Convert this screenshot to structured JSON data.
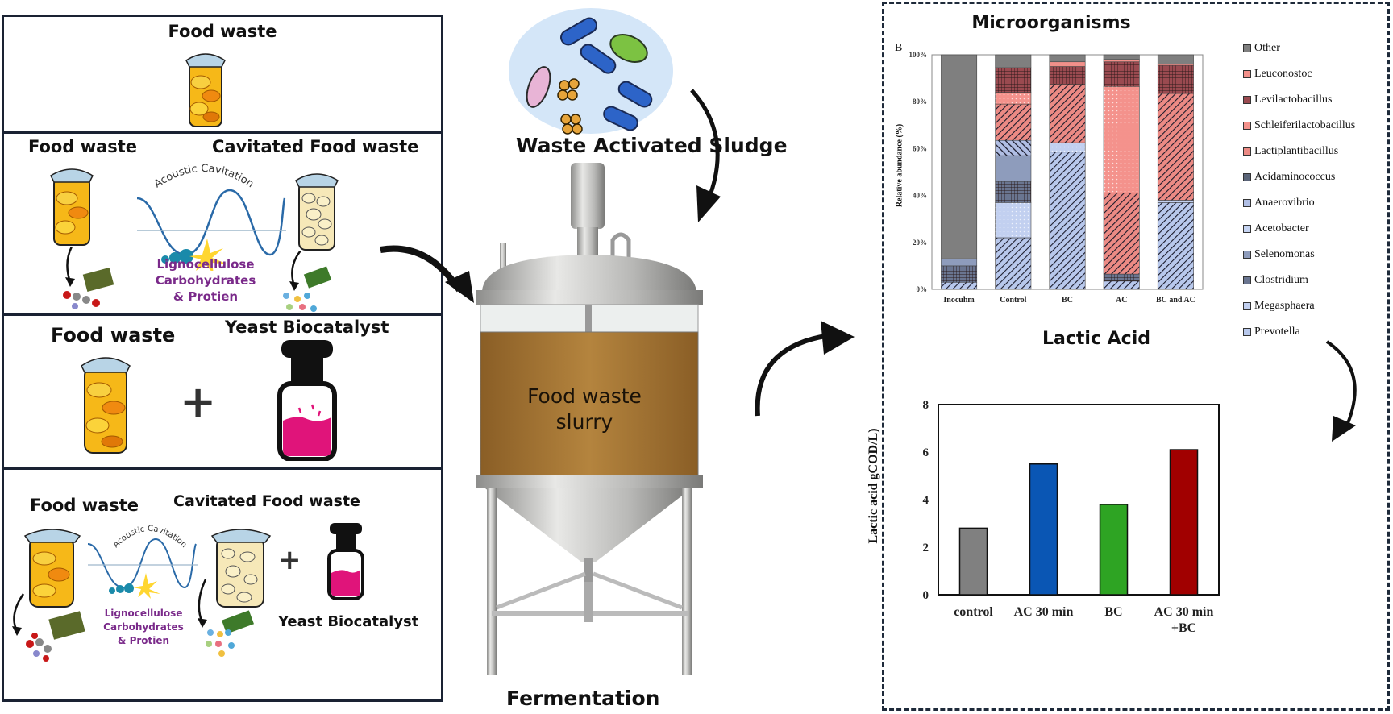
{
  "left_panels": {
    "panel1": {
      "title": "Food waste"
    },
    "panel2": {
      "left_title": "Food waste",
      "right_title": "Cavitated Food waste",
      "wave_label": "Acoustic Cavitation",
      "components": [
        "Lignocellulose",
        "Carbohydrates",
        "& Protien"
      ]
    },
    "panel3": {
      "left_title": "Food waste",
      "right_title": "Yeast Biocatalyst",
      "plus": "+"
    },
    "panel4": {
      "left_title": "Food waste",
      "right_title": "Cavitated Food waste",
      "wave_label": "Acoustic Cavitation",
      "components": [
        "Lignocellulose",
        "Carbohydrates",
        "& Protien"
      ],
      "plus": "+",
      "yeast_label": "Yeast Biocatalyst"
    }
  },
  "center": {
    "sludge_label": "Waste Activated Sludge",
    "reactor_label_line1": "Food waste",
    "reactor_label_line2": "slurry",
    "fermentation_label": "Fermentation"
  },
  "colors": {
    "panel_border": "#1a2233",
    "purple_text": "#7a2a8a",
    "slurry": "#a87a3a",
    "steel": "#c8c8c6"
  },
  "chart_data": [
    {
      "type": "bar",
      "stacked": true,
      "title": "Microorganisms",
      "panel_letter": "B",
      "ylabel": "Relative abundance (%)",
      "xlabel": "",
      "ylim": [
        0,
        100
      ],
      "yticks": [
        "0%",
        "20%",
        "40%",
        "60%",
        "80%",
        "100%"
      ],
      "categories": [
        "Inoculum",
        "Control",
        "BC",
        "AC",
        "BC and AC"
      ],
      "category_labels_display": [
        "Inocuhm",
        "Control",
        "BC",
        "AC",
        "BC and AC"
      ],
      "legend_position": "right",
      "series": [
        {
          "name": "Prevotella",
          "color": "#b8c8ec",
          "pattern": "diag-dark",
          "values": [
            3,
            22,
            58.5,
            3.5,
            37
          ]
        },
        {
          "name": "Megasphaera",
          "color": "#c2d0f0",
          "pattern": "dots",
          "values": [
            0,
            15,
            4,
            0,
            1
          ]
        },
        {
          "name": "Clostridium",
          "color": "#6a7590",
          "pattern": "grid",
          "values": [
            7,
            9,
            0,
            3,
            0
          ]
        },
        {
          "name": "Selenomonas",
          "color": "#8e9cbc",
          "pattern": "none",
          "values": [
            3,
            11,
            0,
            0,
            0
          ]
        },
        {
          "name": "Acetobacter",
          "color": "#c6d4f2",
          "pattern": "none",
          "values": [
            0,
            0,
            0,
            0,
            0
          ]
        },
        {
          "name": "Anaerovibrio",
          "color": "#b0bee4",
          "pattern": "diag-rev",
          "values": [
            0,
            6.5,
            0,
            0,
            0
          ]
        },
        {
          "name": "Acidaminococcus",
          "color": "#5a6478",
          "pattern": "none",
          "values": [
            0,
            0,
            0,
            0,
            0
          ]
        },
        {
          "name": "Lactiplantibacillus",
          "color": "#ec8a84",
          "pattern": "diag-dark",
          "values": [
            0,
            15.5,
            25,
            34.5,
            45.5
          ]
        },
        {
          "name": "Schleiferilactobacillus",
          "color": "#f4928c",
          "pattern": "dots",
          "values": [
            0,
            5,
            0,
            45.5,
            0
          ]
        },
        {
          "name": "Levilactobacillus",
          "color": "#9a4a50",
          "pattern": "grid",
          "values": [
            0,
            10.5,
            7.5,
            10.5,
            12
          ]
        },
        {
          "name": "Leuconostoc",
          "color": "#f2908a",
          "pattern": "none",
          "values": [
            0,
            0,
            2,
            1,
            0.5
          ]
        },
        {
          "name": "Other",
          "color": "#7f7f7f",
          "pattern": "none",
          "values": [
            87,
            5.5,
            3,
            2,
            4
          ]
        }
      ],
      "legend_order": [
        "Other",
        "Leuconostoc",
        "Levilactobacillus",
        "Schleiferilactobacillus",
        "Lactiplantibacillus",
        "Acidaminococcus",
        "Anaerovibrio",
        "Acetobacter",
        "Selenomonas",
        "Clostridium",
        "Megasphaera",
        "Prevotella"
      ]
    },
    {
      "type": "bar",
      "title": "Lactic Acid",
      "xlabel": "",
      "ylabel": "Lactic acid gCOD/L)",
      "ylim": [
        0,
        8
      ],
      "yticks": [
        0,
        2,
        4,
        6,
        8
      ],
      "categories": [
        "control",
        "AC 30 min",
        "BC",
        "AC 30 min +BC"
      ],
      "category_lines": [
        [
          "control"
        ],
        [
          "AC 30 min"
        ],
        [
          "BC"
        ],
        [
          "AC 30 min",
          "+BC"
        ]
      ],
      "values": [
        2.8,
        5.5,
        3.8,
        6.1
      ],
      "colors": [
        "#808080",
        "#0a56b4",
        "#2ea423",
        "#a10000"
      ],
      "grid": false
    }
  ]
}
